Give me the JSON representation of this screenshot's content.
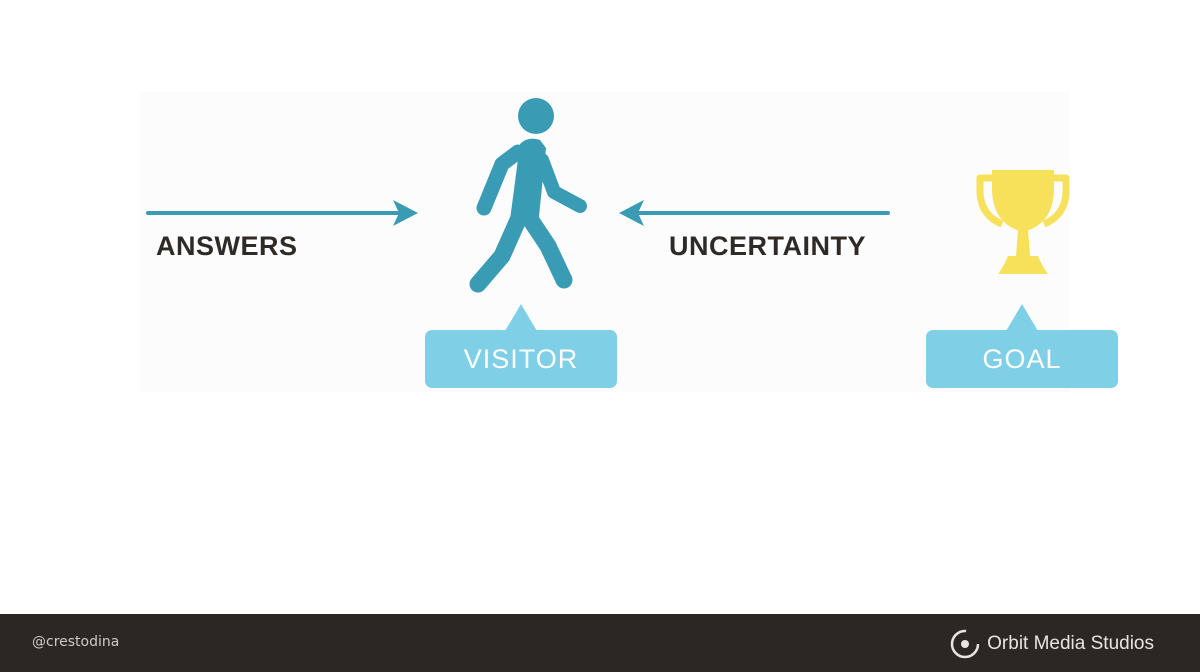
{
  "diagram": {
    "left_label": "ANSWERS",
    "right_label": "UNCERTAINTY",
    "visitor_label": "VISITOR",
    "goal_label": "GOAL"
  },
  "icons": {
    "walker": "person-walking-icon",
    "trophy": "trophy-icon",
    "logo": "orbit-logo-icon"
  },
  "colors": {
    "arrow": "#3a9cb4",
    "walker": "#3a9cb4",
    "trophy": "#f7e05a",
    "callout": "#7fd0e6",
    "text_dark": "#2d2a28",
    "footer_bg": "#2c2724"
  },
  "footer": {
    "handle": "@crestodina",
    "brand": "Orbit Media Studios"
  }
}
